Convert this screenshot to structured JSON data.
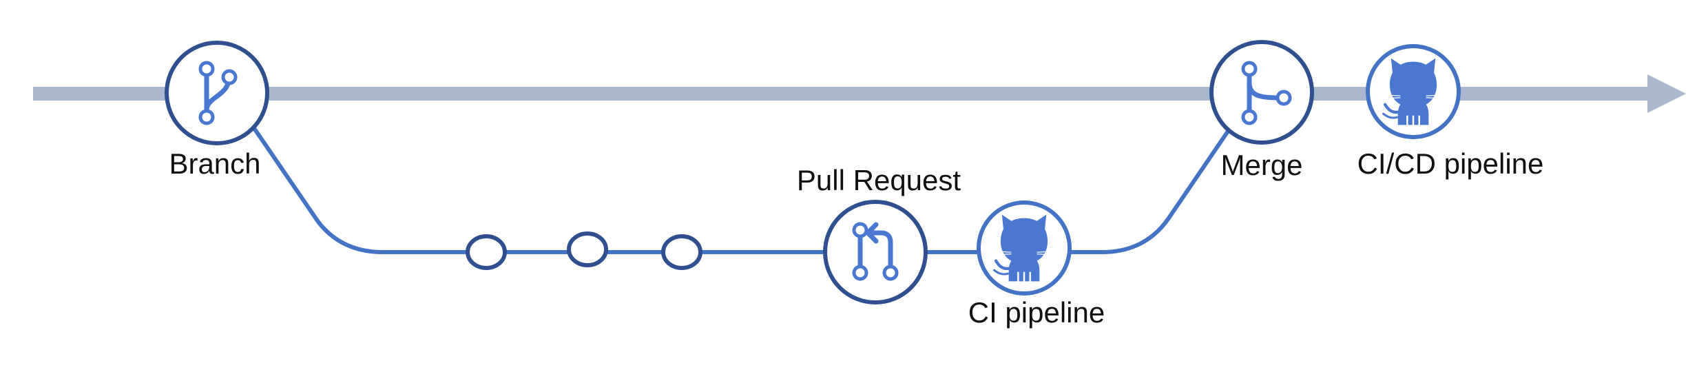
{
  "labels": {
    "branch": "Branch",
    "pull_request": "Pull Request",
    "ci_pipeline": "CI pipeline",
    "merge": "Merge",
    "cicd_pipeline": "CI/CD pipeline"
  },
  "icons": {
    "branch": "git-branch-icon",
    "pull_request": "git-pull-request-icon",
    "ci_pipeline": "github-octocat-icon",
    "merge": "git-merge-icon",
    "cicd_pipeline": "github-octocat-icon"
  },
  "colors": {
    "main_line": "#aab8cf",
    "branch_line": "#4472c4",
    "node_outline_dark": "#2f4f8f",
    "node_outline_blue": "#4472c4",
    "icon_blue": "#4a78d0",
    "text": "#111111",
    "background": "#ffffff"
  }
}
